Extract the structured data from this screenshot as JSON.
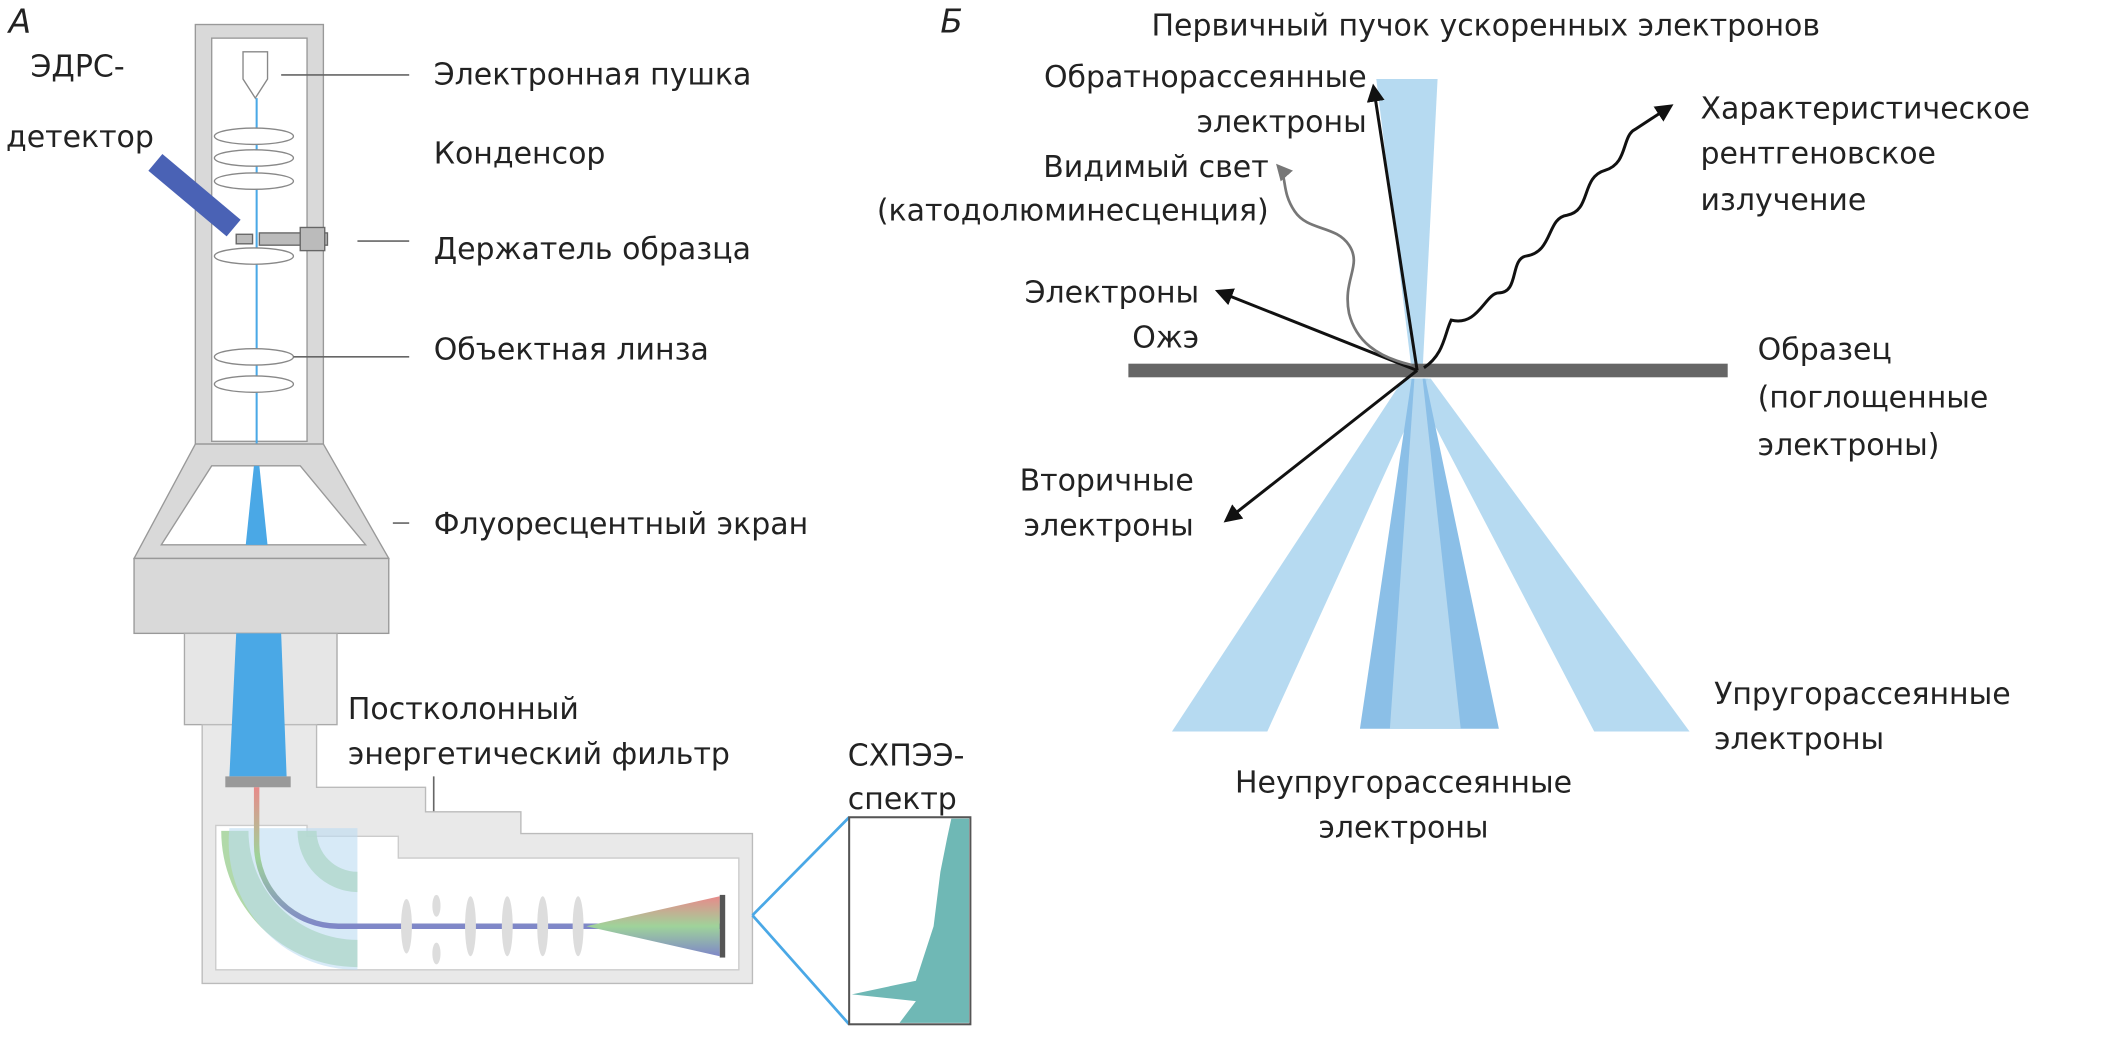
{
  "panel_a": {
    "letter": "А",
    "edrs": [
      "ЭДРС-",
      "детектор"
    ],
    "labels": {
      "gun": "Электронная пушка",
      "condenser": "Конденсор",
      "holder": "Держатель образца",
      "objective": "Объектная линза",
      "screen": "Флуоресцентный экран"
    },
    "filter": [
      "Постколонный",
      "энергетический фильтр"
    ],
    "eels": [
      "СХПЭЭ-",
      "спектр"
    ]
  },
  "panel_b": {
    "letter": "Б",
    "primary": "Первичный пучок ускоренных электронов",
    "backscattered": [
      "Обратнорассеянные",
      "электроны"
    ],
    "light": [
      "Видимый свет",
      "(катодолюминесценция)"
    ],
    "auger": [
      "Электроны",
      "Ожэ"
    ],
    "secondary": [
      "Вторичные",
      "электроны"
    ],
    "xray": [
      "Характеристическое",
      "рентгеновское",
      "излучение"
    ],
    "sample": [
      "Образец",
      "(поглощенные",
      "электроны)"
    ],
    "elastic": [
      "Упругорассеянные",
      "электроны"
    ],
    "inelastic": [
      "Неупругорассеянные",
      "электроны"
    ]
  },
  "colors": {
    "beam": "#4aa8e6",
    "light_beam": "#a9d4ee",
    "detector": "#4a62b5",
    "housing": "#d9d9d9",
    "sample": "#666666",
    "spectrum": "#6fb8b5"
  }
}
